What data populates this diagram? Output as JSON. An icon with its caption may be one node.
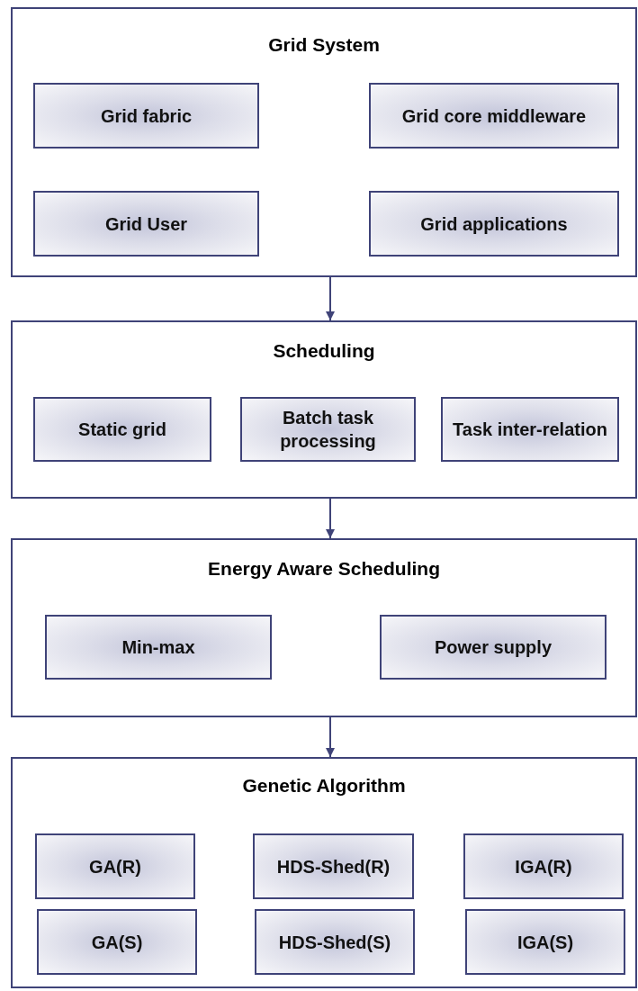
{
  "diagram": {
    "nodes": [
      {
        "text": [
          "Grid System"
        ]
      },
      {
        "text": [
          "Grid fabric"
        ],
        "in": 0
      },
      {
        "text": [
          "Grid core middleware"
        ],
        "in": 0
      },
      {
        "text": [
          "Grid User"
        ],
        "in": 0
      },
      {
        "text": [
          "Grid applications"
        ],
        "in": 0
      },
      {
        "text": [
          "Scheduling"
        ]
      },
      {
        "text": [
          "Static grid"
        ],
        "in": 5
      },
      {
        "text": [
          "Batch task processing"
        ],
        "in": 5
      },
      {
        "text": [
          "Task inter-relation"
        ],
        "in": 5
      },
      {
        "text": [
          "Energy Aware Scheduling"
        ]
      },
      {
        "text": [
          "Min-max"
        ],
        "in": 9
      },
      {
        "text": [
          "Power supply"
        ],
        "in": 9
      },
      {
        "text": [
          "Genetic Algorithm"
        ]
      },
      {
        "text": [
          "GA(R)"
        ],
        "in": 12
      },
      {
        "text": [
          "HDS-Shed(R)"
        ],
        "in": 12
      },
      {
        "text": [
          "IGA(R)"
        ],
        "in": 12
      },
      {
        "text": [
          "GA(S)"
        ],
        "in": 12
      },
      {
        "text": [
          "HDS-Shed(S)"
        ],
        "in": 12
      },
      {
        "text": [
          "IGA(S)"
        ],
        "in": 12
      }
    ],
    "edges": [
      {
        "from": 0,
        "to": 5,
        "arrow": "to"
      },
      {
        "from": 5,
        "to": 9,
        "arrow": "to"
      },
      {
        "from": 9,
        "to": 12,
        "arrow": "to"
      }
    ]
  }
}
